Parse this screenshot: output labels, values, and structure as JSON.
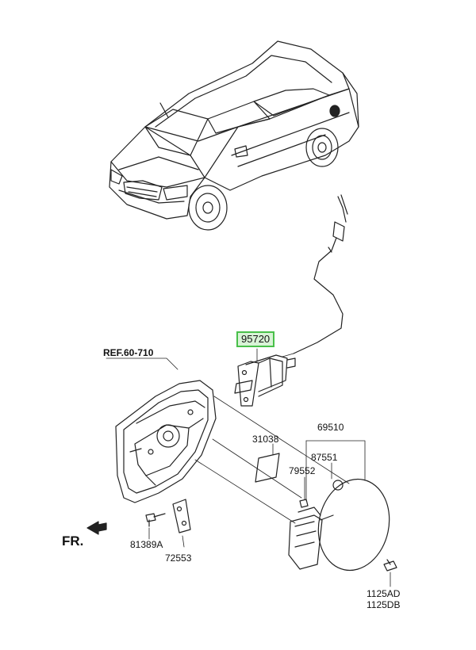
{
  "diagram": {
    "reference": "REF.60-710",
    "direction": "FR.",
    "highlight_color": "#49c04a",
    "parts": [
      {
        "id": "p95720",
        "number": "95720",
        "highlighted": true
      },
      {
        "id": "p31038",
        "number": "31038"
      },
      {
        "id": "p69510",
        "number": "69510"
      },
      {
        "id": "p87551",
        "number": "87551"
      },
      {
        "id": "p79552",
        "number": "79552"
      },
      {
        "id": "p81389a",
        "number": "81389A"
      },
      {
        "id": "p72553",
        "number": "72553"
      },
      {
        "id": "p1125ad",
        "number": "1125AD"
      },
      {
        "id": "p1125db",
        "number": "1125DB"
      }
    ]
  }
}
